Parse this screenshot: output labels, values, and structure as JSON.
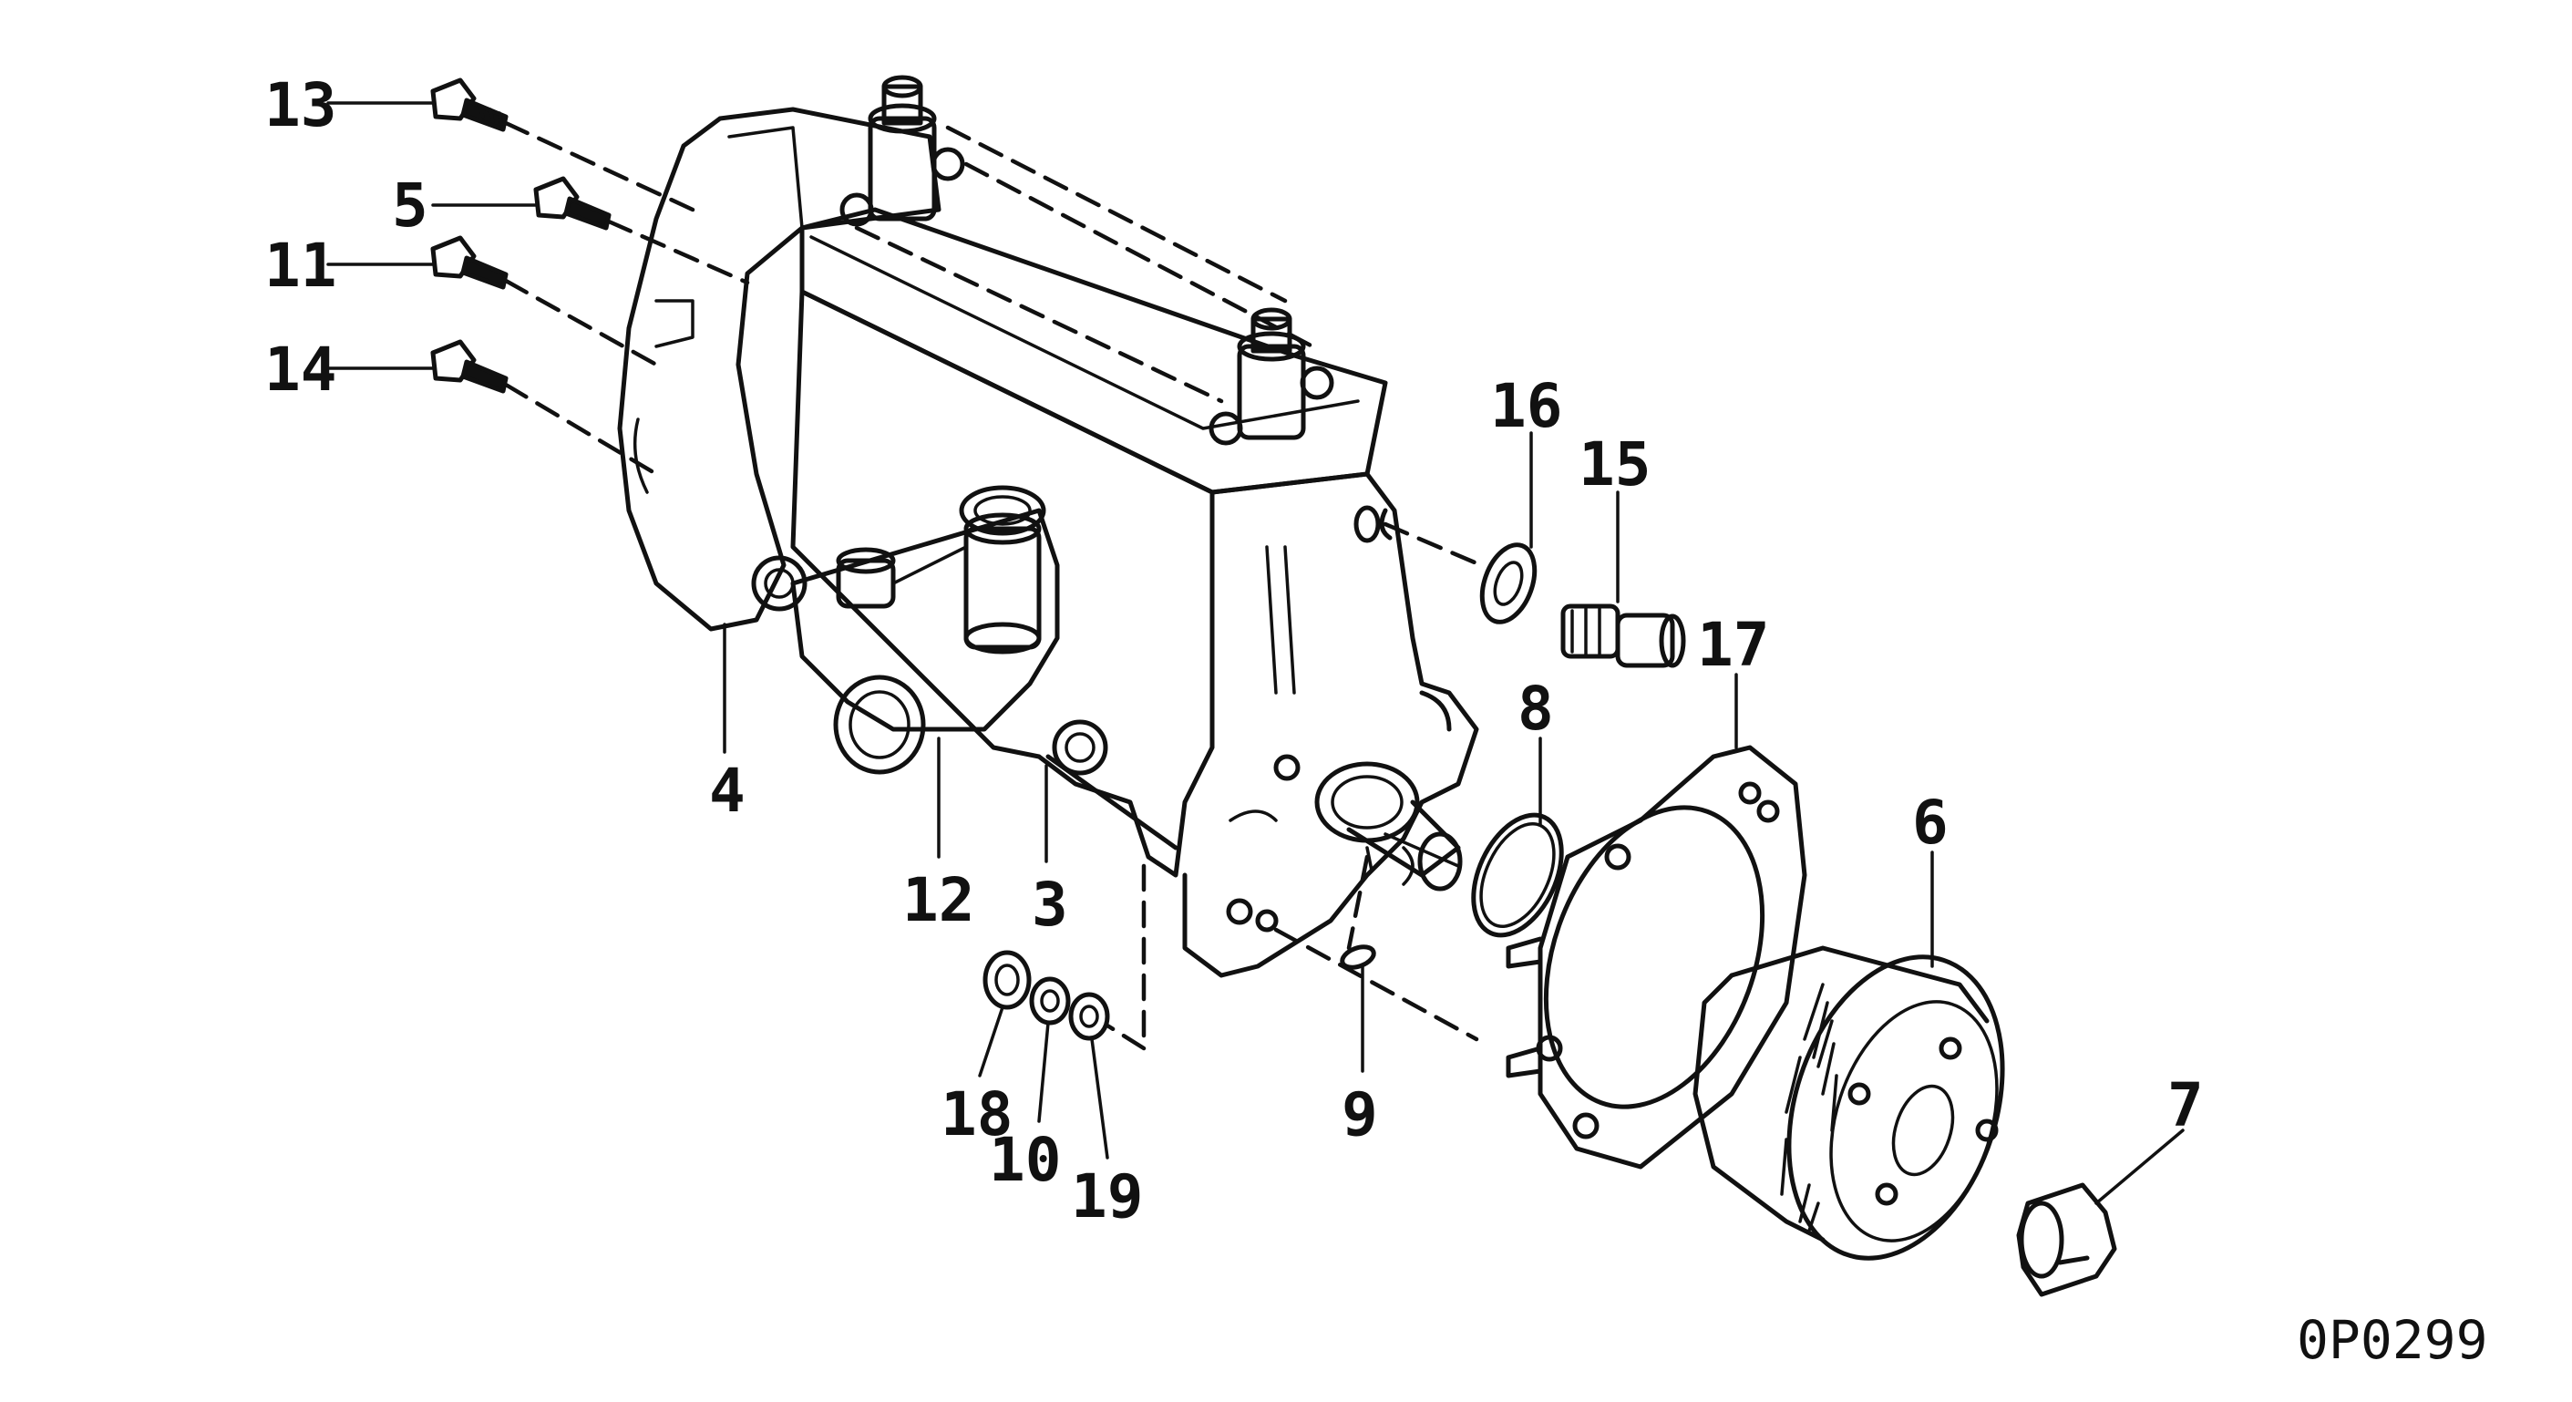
{
  "diagram": {
    "drawing_code": "0P0299",
    "callouts": {
      "c13": "13",
      "c5": "5",
      "c11": "11",
      "c14": "14",
      "c4": "4",
      "c12": "12",
      "c3": "3",
      "c16": "16",
      "c15": "15",
      "c17": "17",
      "c8": "8",
      "c6": "6",
      "c7": "7",
      "c9": "9",
      "c18": "18",
      "c10": "10",
      "c19": "19"
    }
  }
}
